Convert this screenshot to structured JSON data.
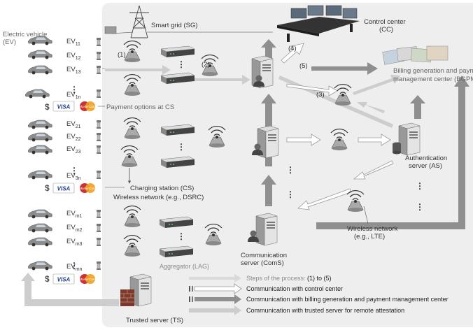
{
  "labels": {
    "smart_grid": "Smart grid (SG)",
    "control_center": "Control center",
    "control_center_abbr": "(CC)",
    "electric_vehicle": "Electric vehicle",
    "electric_vehicle_abbr": "(EV)",
    "billing_line1": "Billing generation and payment",
    "billing_line2": "management center (BGPMC)",
    "payment_options": "Payment options at CS",
    "charging_station": "Charging station (CS)",
    "wireless_dsrc": "Wireless network (e.g., DSRC)",
    "auth_line1": "Authentication",
    "auth_line2": "server (AS)",
    "wireless_lte_line1": "Wireless network",
    "wireless_lte_line2": "(e.g., LTE)",
    "comm_line1": "Communication",
    "comm_line2": "server (ComS)",
    "aggregator": "Aggregator (LAG)",
    "trusted_server": "Trusted server (TS)",
    "visa": "VISA",
    "mastercard": "MasterCard",
    "dollar": "$",
    "vdots": "⋮"
  },
  "ev_labels": [
    {
      "base": "EV",
      "sub": "11"
    },
    {
      "base": "EV",
      "sub": "12"
    },
    {
      "base": "EV",
      "sub": "13"
    },
    {
      "base": "EV",
      "sub": "1n"
    },
    {
      "base": "EV",
      "sub": "21"
    },
    {
      "base": "EV",
      "sub": "22"
    },
    {
      "base": "EV",
      "sub": "23"
    },
    {
      "base": "EV",
      "sub": "3n"
    },
    {
      "base": "EV",
      "sub": "m1"
    },
    {
      "base": "EV",
      "sub": "m2"
    },
    {
      "base": "EV",
      "sub": "m3"
    },
    {
      "base": "EV",
      "sub": "mn"
    }
  ],
  "steps": {
    "s1": "(1)",
    "s2": "(2)",
    "s3": "(3)",
    "s4": "(4)",
    "s5": "(5)"
  },
  "legend": [
    {
      "text": "Steps of the process: ",
      "suffix": "(1) to (5)",
      "style": "steps"
    },
    {
      "text": "Communication with control center",
      "style": "cc"
    },
    {
      "text": "Communication with billing generation and payment management center",
      "style": "bgpmc"
    },
    {
      "text": "Communication with trusted server for remote attestation",
      "style": "ts"
    }
  ],
  "colors": {
    "arrow_dark": "#8f8f8f",
    "arrow_light": "#cdcdcd",
    "panel": "#eeeeee",
    "visa_blue": "#1f3f8f",
    "mc_red": "#cc3333",
    "mc_orange": "#f0a020"
  }
}
